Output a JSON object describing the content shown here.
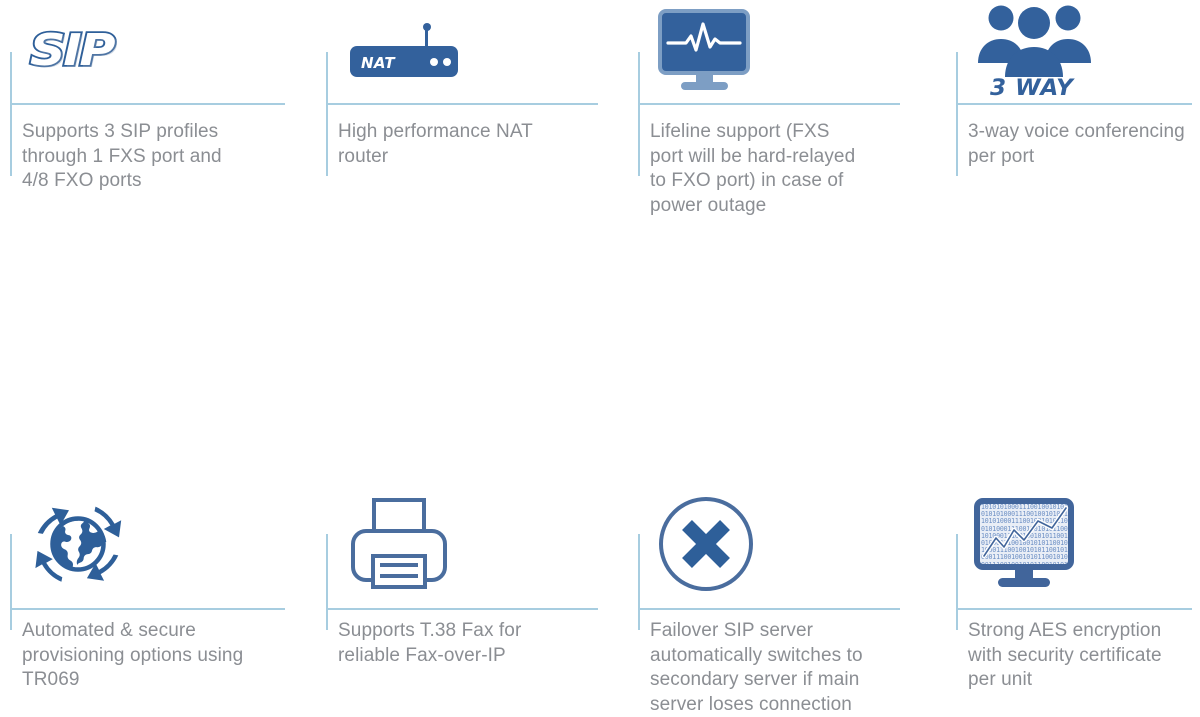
{
  "colors": {
    "accent_blue": "#33619c",
    "icon_light_blue": "#7d9ec4",
    "rule_blue": "#a7cde0",
    "caption_gray": "#8b8e93",
    "background": "#ffffff"
  },
  "features": [
    {
      "id": "sip-profiles",
      "icon": "sip-logo-icon",
      "icon_label": "SIP",
      "caption": "Supports 3 SIP profiles\nthrough 1 FXS port and\n4/8 FXO ports"
    },
    {
      "id": "nat-router",
      "icon": "nat-router-icon",
      "icon_label": "NAT",
      "caption": "High performance NAT\nrouter"
    },
    {
      "id": "lifeline-support",
      "icon": "monitor-heartbeat-icon",
      "icon_label": "",
      "caption": "Lifeline support (FXS\nport will be hard-relayed\nto FXO port) in case of\npower outage"
    },
    {
      "id": "three-way-conferencing",
      "icon": "three-people-icon",
      "icon_label": "3 WAY",
      "caption": "3-way voice conferencing\nper port"
    },
    {
      "id": "auto-provisioning",
      "icon": "globe-refresh-arrows-icon",
      "icon_label": "",
      "caption": "Automated & secure\nprovisioning options using\nTR069"
    },
    {
      "id": "t38-fax",
      "icon": "printer-fax-icon",
      "icon_label": "",
      "caption": "Supports T.38 Fax for\nreliable Fax-over-IP"
    },
    {
      "id": "failover-sip-server",
      "icon": "x-circle-icon",
      "icon_label": "",
      "caption": "Failover SIP server\nautomatically switches to\nsecondary server if main\nserver loses connection"
    },
    {
      "id": "aes-encryption",
      "icon": "monitor-binary-chart-icon",
      "icon_label": "",
      "caption": "Strong AES encryption\nwith security certificate\nper unit"
    }
  ],
  "encryption_icon": {
    "binary_rows": [
      "1010101000111001001010110",
      "0101010001110010010101100",
      "1010100011100100101011001",
      "0101000111001001010110010",
      "1010001110010010101100101",
      "0100011100100101011001010",
      "1000111001001010110010101",
      "0001110010010101100101011",
      "0011100100101011001010110"
    ]
  }
}
